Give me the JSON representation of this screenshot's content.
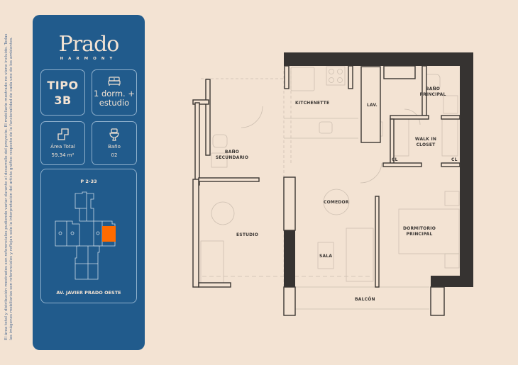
{
  "disclaimer": "El área total y distribución mostrados son referenciales pudiendo variar durante el desarrollo del proyecto. El mobiliario mostrado no viene incluido. Todas las imágenes mobiliarias son referenciales y reflejan solo la interpretación del artista gráfico respecto de la funcionalidad de cada uno de los ambientes.",
  "brand": {
    "name": "Prado",
    "subtitle": "HARMONY"
  },
  "specs": {
    "tipo": {
      "label": "TIPO",
      "value": "3B"
    },
    "dorm": {
      "icon": "bed-icon",
      "line1": "1 dorm. +",
      "line2": "estudio"
    },
    "area": {
      "icon": "area-icon",
      "label": "Área Total",
      "value": "59.34 m²"
    },
    "bano": {
      "icon": "toilet-icon",
      "label": "Baño",
      "value": "02"
    }
  },
  "location": {
    "unit": "P 2-33",
    "street": "AV. JAVIER PRADO OESTE",
    "highlight_color": "#ff6b00"
  },
  "rooms": {
    "kitchenette": "KITCHENETTE",
    "lav": "LAV.",
    "bano_principal_1": "BAÑO",
    "bano_principal_2": "PRINCIPAL",
    "walkin_1": "WALK IN",
    "walkin_2": "CLOSET",
    "cl_left": "CL",
    "cl_right": "CL",
    "bano_sec_1": "BAÑO",
    "bano_sec_2": "SECUNDARIO",
    "comedor": "COMEDOR",
    "estudio": "ESTUDIO",
    "sala": "SALA",
    "dormitorio_1": "DORMITORIO",
    "dormitorio_2": "PRINCIPAL",
    "balcon": "BALCÓN"
  },
  "colors": {
    "background": "#f3e3d3",
    "panel": "#215b8c",
    "wall": "#363331",
    "line": "#3a3633",
    "furniture": "#cdbfb1"
  }
}
